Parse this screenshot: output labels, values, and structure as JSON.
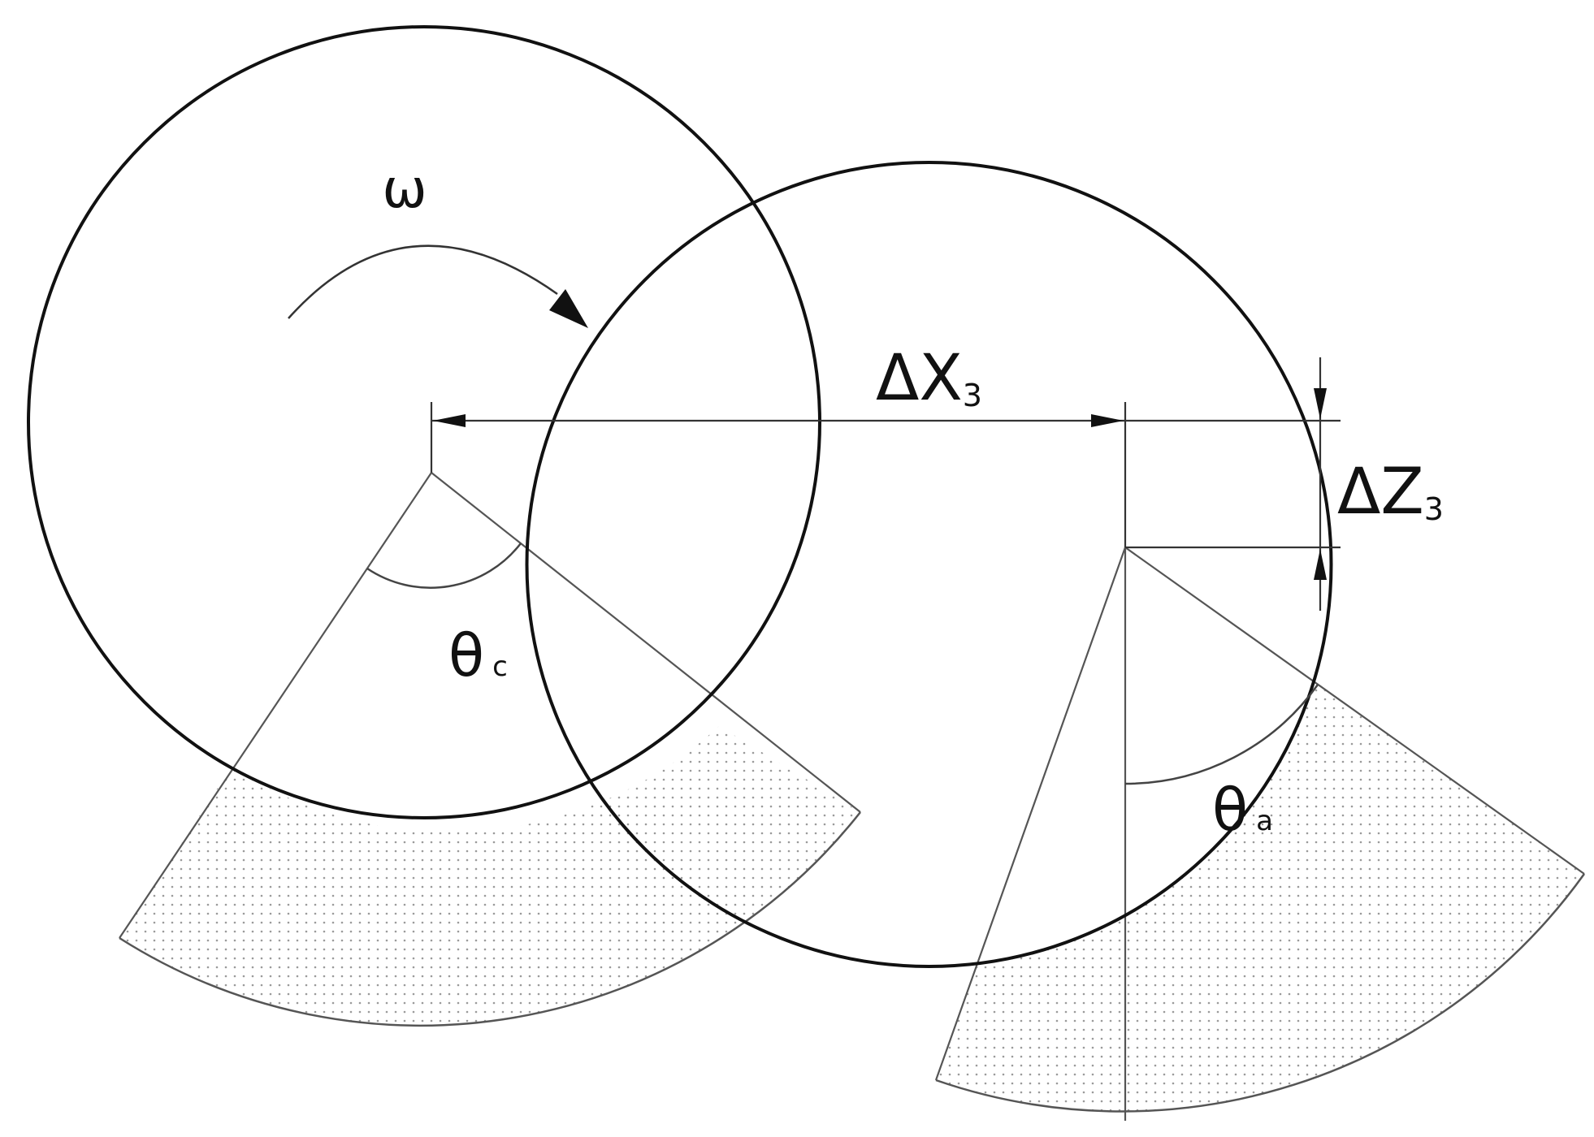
{
  "labels": {
    "omega": "ω",
    "delta_x": "Δ",
    "delta_x_var": "X",
    "delta_x_sub": "3",
    "delta_z": "Δ",
    "delta_z_var": "Z",
    "delta_z_sub": "3",
    "theta_c": "θ",
    "theta_c_sub": "c",
    "theta_a": "θ",
    "theta_a_sub": "a"
  },
  "colors": {
    "stroke": "#111111",
    "thin_stroke": "#444444",
    "dot_fill": "#9a9a9a"
  }
}
